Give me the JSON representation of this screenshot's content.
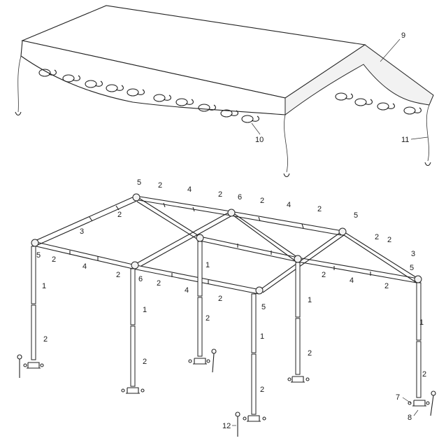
{
  "callouts": [
    {
      "id": "c-9",
      "text": "9"
    },
    {
      "id": "c-10",
      "text": "10"
    },
    {
      "id": "c-11",
      "text": "11"
    },
    {
      "id": "c-12",
      "text": "12"
    },
    {
      "id": "c-7",
      "text": "7"
    },
    {
      "id": "c-8",
      "text": "8"
    }
  ],
  "frame_labels": [
    "5",
    "2",
    "4",
    "2",
    "6",
    "2",
    "4",
    "2",
    "5",
    "2",
    "3",
    "2",
    "5",
    "2",
    "4",
    "2",
    "6",
    "2",
    "4",
    "2",
    "5",
    "3",
    "2",
    "2",
    "4",
    "2",
    "5",
    "1",
    "1",
    "1",
    "1",
    "1",
    "1",
    "2",
    "2",
    "2",
    "2",
    "2",
    "2"
  ]
}
